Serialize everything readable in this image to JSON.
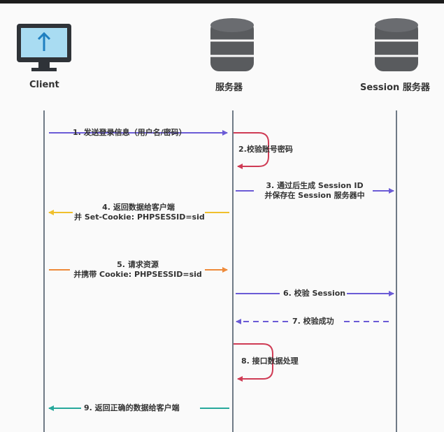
{
  "actors": {
    "client": "Client",
    "server": "服务器",
    "session_server": "Session 服务器"
  },
  "messages": {
    "m1": "1. 发送登录信息（用户名/密码）",
    "m2": "2.校验账号密码",
    "m3_line1": "3. 通过后生成 Session ID",
    "m3_line2": "并保存在 Session 服务器中",
    "m4_line1": "4. 返回数据给客户端",
    "m4_line2": "并 Set-Cookie: PHPSESSID=sid",
    "m5_line1": "5. 请求资源",
    "m5_line2": "并携带 Cookie: PHPSESSID=sid",
    "m6": "6. 校验 Session",
    "m7": "7. 校验成功",
    "m8": "8. 接口数据处理",
    "m9": "9. 返回正确的数据给客户端"
  },
  "colors": {
    "request": "#6b5bd6",
    "self_call": "#cf3b54",
    "set_cookie": "#f0c02c",
    "with_cookie": "#ee8a3a",
    "final_response": "#27a89b",
    "lifeline": "#6f7a86"
  },
  "icons": {
    "client": "computer-monitor-icon",
    "server": "database-icon",
    "session_server": "database-icon"
  }
}
